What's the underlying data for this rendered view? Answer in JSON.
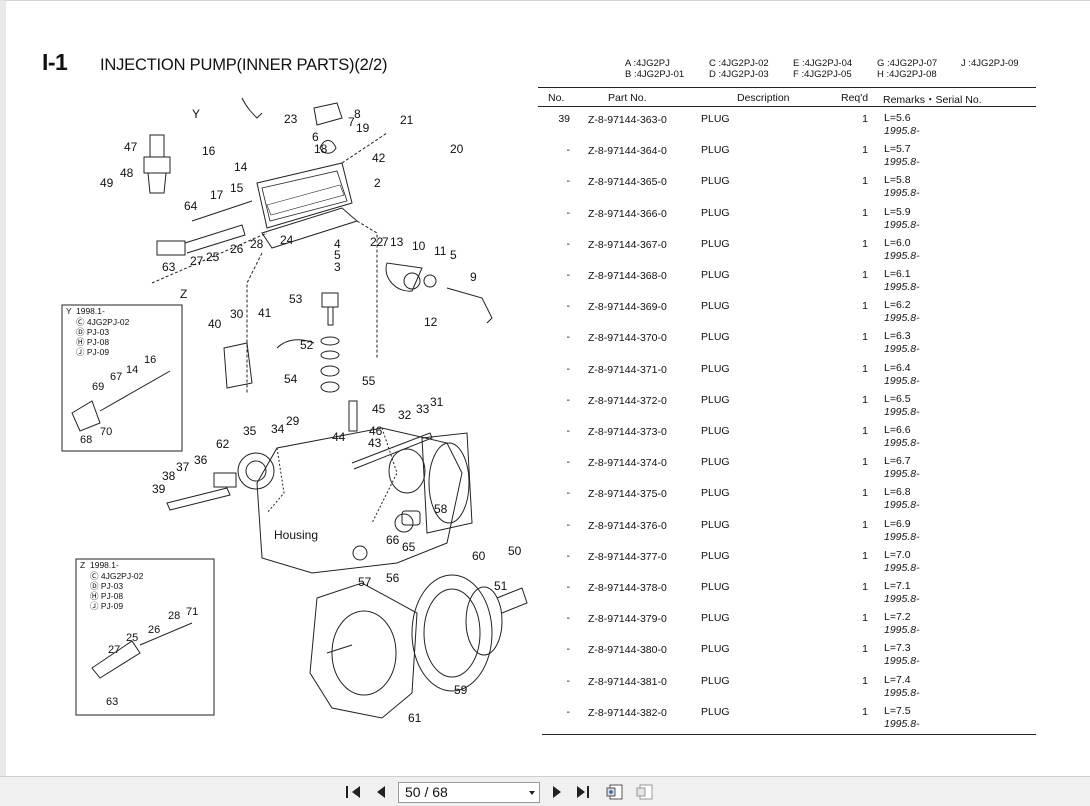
{
  "header": {
    "page_id": "I-1",
    "title": "INJECTION PUMP(INNER PARTS)(2/2)"
  },
  "models": [
    {
      "a": "A :4JG2PJ",
      "b": "B :4JG2PJ-01"
    },
    {
      "a": "C :4JG2PJ-02",
      "b": "D :4JG2PJ-03"
    },
    {
      "a": "E :4JG2PJ-04",
      "b": "F :4JG2PJ-05"
    },
    {
      "a": "G :4JG2PJ-07",
      "b": "H :4JG2PJ-08"
    },
    {
      "a": "J :4JG2PJ-09",
      "b": ""
    }
  ],
  "table": {
    "headers": {
      "no": "No.",
      "part": "Part  No.",
      "desc": "Description",
      "req": "Req'd",
      "remarks": "Remarks・Serial  No."
    },
    "rows": [
      {
        "no": "39",
        "part": "Z-8-97144-363-0",
        "desc": "PLUG",
        "req": "1",
        "remarks": "L=5.6",
        "serial": "1995.8-"
      },
      {
        "no": "-",
        "part": "Z-8-97144-364-0",
        "desc": "PLUG",
        "req": "1",
        "remarks": "L=5.7",
        "serial": "1995.8-"
      },
      {
        "no": "-",
        "part": "Z-8-97144-365-0",
        "desc": "PLUG",
        "req": "1",
        "remarks": "L=5.8",
        "serial": "1995.8-"
      },
      {
        "no": "-",
        "part": "Z-8-97144-366-0",
        "desc": "PLUG",
        "req": "1",
        "remarks": "L=5.9",
        "serial": "1995.8-"
      },
      {
        "no": "-",
        "part": "Z-8-97144-367-0",
        "desc": "PLUG",
        "req": "1",
        "remarks": "L=6.0",
        "serial": "1995.8-"
      },
      {
        "no": "-",
        "part": "Z-8-97144-368-0",
        "desc": "PLUG",
        "req": "1",
        "remarks": "L=6.1",
        "serial": "1995.8-"
      },
      {
        "no": "-",
        "part": "Z-8-97144-369-0",
        "desc": "PLUG",
        "req": "1",
        "remarks": "L=6.2",
        "serial": "1995.8-"
      },
      {
        "no": "-",
        "part": "Z-8-97144-370-0",
        "desc": "PLUG",
        "req": "1",
        "remarks": "L=6.3",
        "serial": "1995.8-"
      },
      {
        "no": "-",
        "part": "Z-8-97144-371-0",
        "desc": "PLUG",
        "req": "1",
        "remarks": "L=6.4",
        "serial": "1995.8-"
      },
      {
        "no": "-",
        "part": "Z-8-97144-372-0",
        "desc": "PLUG",
        "req": "1",
        "remarks": "L=6.5",
        "serial": "1995.8-"
      },
      {
        "no": "-",
        "part": "Z-8-97144-373-0",
        "desc": "PLUG",
        "req": "1",
        "remarks": "L=6.6",
        "serial": "1995.8-"
      },
      {
        "no": "-",
        "part": "Z-8-97144-374-0",
        "desc": "PLUG",
        "req": "1",
        "remarks": "L=6.7",
        "serial": "1995.8-"
      },
      {
        "no": "-",
        "part": "Z-8-97144-375-0",
        "desc": "PLUG",
        "req": "1",
        "remarks": "L=6.8",
        "serial": "1995.8-"
      },
      {
        "no": "-",
        "part": "Z-8-97144-376-0",
        "desc": "PLUG",
        "req": "1",
        "remarks": "L=6.9",
        "serial": "1995.8-"
      },
      {
        "no": "-",
        "part": "Z-8-97144-377-0",
        "desc": "PLUG",
        "req": "1",
        "remarks": "L=7.0",
        "serial": "1995.8-"
      },
      {
        "no": "-",
        "part": "Z-8-97144-378-0",
        "desc": "PLUG",
        "req": "1",
        "remarks": "L=7.1",
        "serial": "1995.8-"
      },
      {
        "no": "-",
        "part": "Z-8-97144-379-0",
        "desc": "PLUG",
        "req": "1",
        "remarks": "L=7.2",
        "serial": "1995.8-"
      },
      {
        "no": "-",
        "part": "Z-8-97144-380-0",
        "desc": "PLUG",
        "req": "1",
        "remarks": "L=7.3",
        "serial": "1995.8-"
      },
      {
        "no": "-",
        "part": "Z-8-97144-381-0",
        "desc": "PLUG",
        "req": "1",
        "remarks": "L=7.4",
        "serial": "1995.8-"
      },
      {
        "no": "-",
        "part": "Z-8-97144-382-0",
        "desc": "PLUG",
        "req": "1",
        "remarks": "L=7.5",
        "serial": "1995.8-"
      }
    ]
  },
  "diagram": {
    "housing_label": "Housing",
    "direction_y": "Y",
    "direction_z": "Z",
    "callouts": [
      "47",
      "48",
      "49",
      "16",
      "14",
      "17",
      "15",
      "64",
      "27",
      "25",
      "26",
      "28",
      "63",
      "23",
      "8",
      "7",
      "19",
      "6",
      "18",
      "42",
      "2",
      "24",
      "21",
      "20",
      "4",
      "5",
      "3",
      "22",
      "7",
      "13",
      "10",
      "11",
      "5",
      "9",
      "12",
      "53",
      "30",
      "41",
      "40",
      "52",
      "54",
      "55",
      "45",
      "46",
      "44",
      "43",
      "32",
      "33",
      "31",
      "35",
      "34",
      "29",
      "62",
      "36",
      "37",
      "38",
      "39",
      "58",
      "66",
      "65",
      "57",
      "56",
      "60",
      "51",
      "50",
      "59",
      "61"
    ],
    "inset_y": {
      "tag": "Y",
      "date": "1998.1-",
      "models": [
        "Ⓒ 4JG2PJ-02",
        "Ⓓ PJ-03",
        "Ⓗ PJ-08",
        "Ⓙ PJ-09"
      ],
      "callouts": [
        "16",
        "67",
        "14",
        "69",
        "70",
        "68"
      ]
    },
    "inset_z": {
      "tag": "Z",
      "date": "1998.1-",
      "models": [
        "Ⓒ 4JG2PJ-02",
        "Ⓓ PJ-03",
        "Ⓗ PJ-08",
        "Ⓙ PJ-09"
      ],
      "callouts": [
        "28",
        "71",
        "26",
        "25",
        "27",
        "63"
      ]
    }
  },
  "toolbar": {
    "page_indicator": "50 / 68",
    "icons": [
      "first-page-icon",
      "prev-page-icon",
      "next-page-icon",
      "last-page-icon",
      "fit-page-icon",
      "fit-width-icon"
    ]
  }
}
